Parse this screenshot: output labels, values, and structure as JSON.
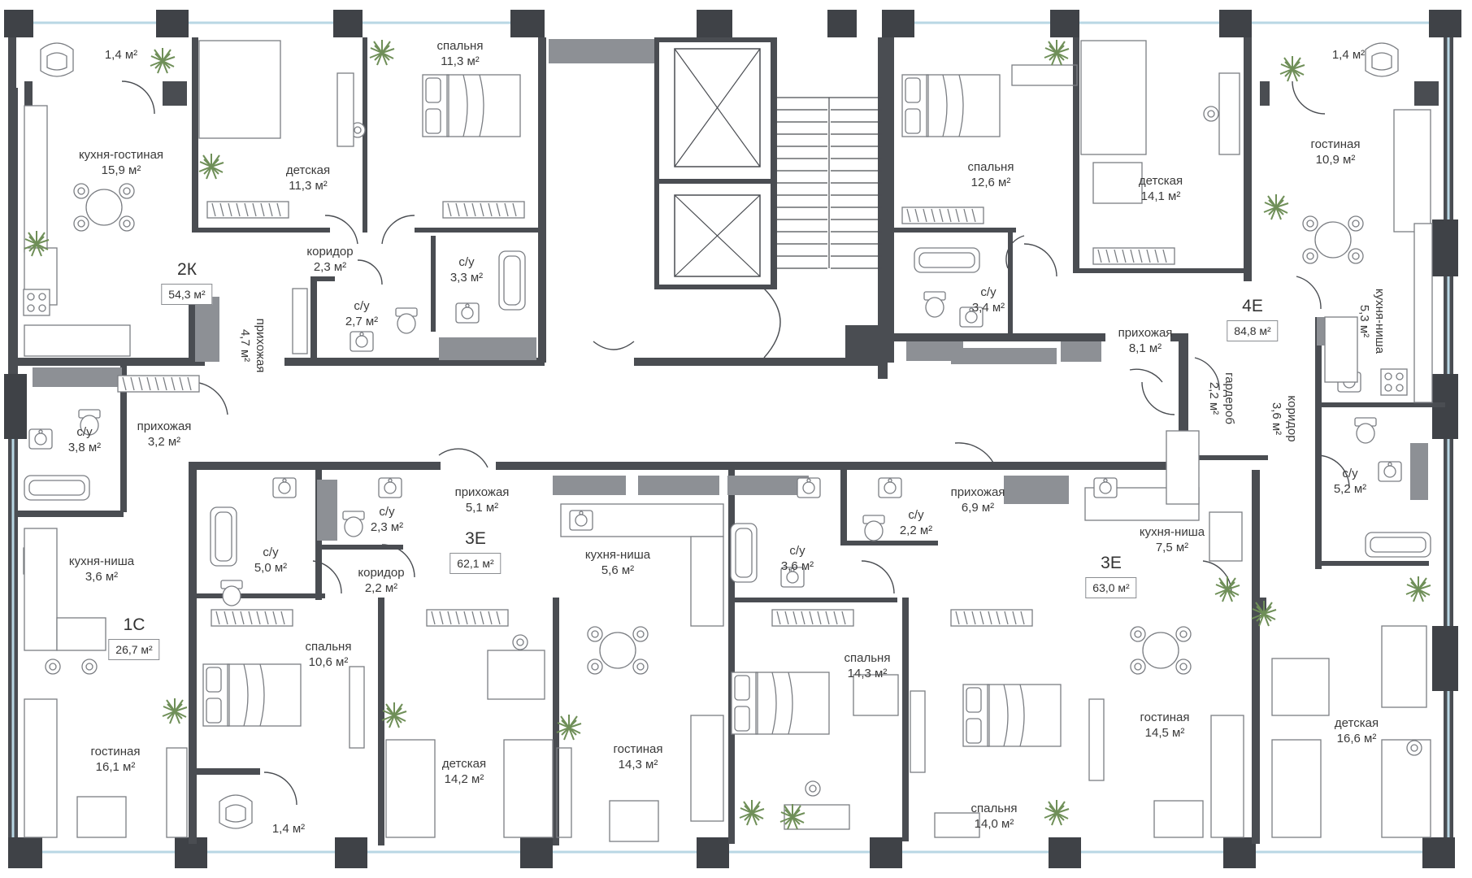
{
  "area_unit": "м²",
  "apartments": [
    {
      "id": "2K",
      "code": "2К",
      "total": "54,3 м²"
    },
    {
      "id": "1C",
      "code": "1С",
      "total": "26,7 м²"
    },
    {
      "id": "3E-a",
      "code": "3Е",
      "total": "62,1 м²"
    },
    {
      "id": "3E-b",
      "code": "3Е",
      "total": "63,0 м²"
    },
    {
      "id": "4E",
      "code": "4Е",
      "total": "84,8 м²"
    }
  ],
  "rooms": [
    {
      "name": "balcony-2k",
      "label": "",
      "area": "1,4 м²"
    },
    {
      "name": "kitchen-living-2k",
      "label": "кухня-гостиная",
      "area": "15,9 м²"
    },
    {
      "name": "kids-room-2k",
      "label": "детская",
      "area": "11,3 м²"
    },
    {
      "name": "bedroom-2k",
      "label": "спальня",
      "area": "11,3 м²"
    },
    {
      "name": "corridor-2k",
      "label": "коридор",
      "area": "2,3 м²"
    },
    {
      "name": "bathroom-2k-a",
      "label": "с/у",
      "area": "3,3 м²"
    },
    {
      "name": "bathroom-2k-b",
      "label": "с/у",
      "area": "2,7 м²"
    },
    {
      "name": "hallway-2k",
      "label": "прихожая",
      "area": "4,7 м²"
    },
    {
      "name": "bathroom-1c",
      "label": "с/у",
      "area": "3,8 м²"
    },
    {
      "name": "hallway-1c",
      "label": "прихожая",
      "area": "3,2 м²"
    },
    {
      "name": "kitchen-niche-1c",
      "label": "кухня-ниша",
      "area": "3,6 м²"
    },
    {
      "name": "living-1c",
      "label": "гостиная",
      "area": "16,1 м²"
    },
    {
      "name": "balcony-1c",
      "label": "",
      "area": "1,4 м²"
    },
    {
      "name": "bathroom-3ea-a",
      "label": "с/у",
      "area": "5,0 м²"
    },
    {
      "name": "bathroom-3ea-b",
      "label": "с/у",
      "area": "2,3 м²"
    },
    {
      "name": "corridor-3ea",
      "label": "коридор",
      "area": "2,2 м²"
    },
    {
      "name": "hallway-3ea",
      "label": "прихожая",
      "area": "5,1 м²"
    },
    {
      "name": "kitchen-niche-3ea",
      "label": "кухня-ниша",
      "area": "5,6 м²"
    },
    {
      "name": "bedroom-3ea",
      "label": "спальня",
      "area": "10,6 м²"
    },
    {
      "name": "kids-room-3ea",
      "label": "детская",
      "area": "14,2 м²"
    },
    {
      "name": "living-3ea",
      "label": "гостиная",
      "area": "14,3 м²"
    },
    {
      "name": "bathroom-3eb-a",
      "label": "с/у",
      "area": "3,6 м²"
    },
    {
      "name": "bathroom-3eb-b",
      "label": "с/у",
      "area": "2,2 м²"
    },
    {
      "name": "hallway-3eb",
      "label": "прихожая",
      "area": "6,9 м²"
    },
    {
      "name": "kitchen-niche-3eb",
      "label": "кухня-ниша",
      "area": "7,5 м²"
    },
    {
      "name": "bedroom-3eb-a",
      "label": "спальня",
      "area": "14,3 м²"
    },
    {
      "name": "bedroom-3eb-b",
      "label": "спальня",
      "area": "14,0 м²"
    },
    {
      "name": "living-3eb",
      "label": "гостиная",
      "area": "14,5 м²"
    },
    {
      "name": "bedroom-4e",
      "label": "спальня",
      "area": "12,6 м²"
    },
    {
      "name": "kids-room-4e-a",
      "label": "детская",
      "area": "14,1 м²"
    },
    {
      "name": "balcony-4e",
      "label": "",
      "area": "1,4 м²"
    },
    {
      "name": "living-4e",
      "label": "гостиная",
      "area": "10,9 м²"
    },
    {
      "name": "bathroom-4e-a",
      "label": "с/у",
      "area": "3,4 м²"
    },
    {
      "name": "hallway-4e",
      "label": "прихожая",
      "area": "8,1 м²"
    },
    {
      "name": "wardrobe-4e",
      "label": "гардероб",
      "area": "2,2 м²"
    },
    {
      "name": "corridor-4e",
      "label": "коридор",
      "area": "3,6 м²"
    },
    {
      "name": "kitchen-niche-4e",
      "label": "кухня-ниша",
      "area": "5,3 м²"
    },
    {
      "name": "bathroom-4e-b",
      "label": "с/у",
      "area": "5,2 м²"
    },
    {
      "name": "kids-room-4e-b",
      "label": "детская",
      "area": "16,6 м²"
    }
  ]
}
